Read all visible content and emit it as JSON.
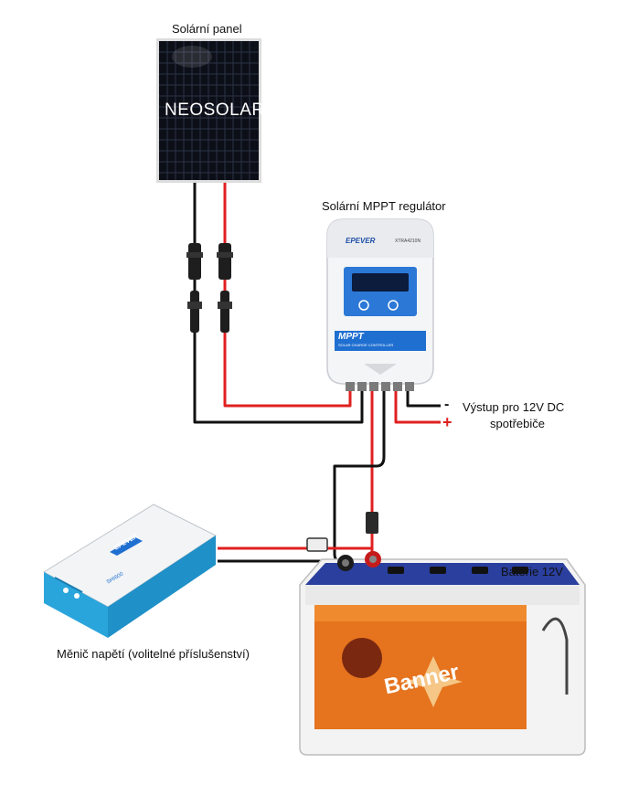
{
  "labels": {
    "solar_panel": "Solární panel",
    "panel_brand": "NEOSOLAR",
    "regulator": "Solární MPPT regulátor",
    "regulator_brand": "EPEVER",
    "regulator_model": "XTRA4210N",
    "regulator_mppt": "MPPT",
    "regulator_sub": "SOLAR CHARGE CONTROLLER",
    "output_line1": "Výstup pro 12V DC",
    "output_line2": "spotřebiče",
    "minus": "-",
    "plus": "+",
    "battery": "Baterie 12V",
    "battery_brand": "Banner",
    "inverter": "Měnič napětí (volitelné příslušenství)",
    "inverter_brand": "EPEVER",
    "inverter_model": "SHI600"
  },
  "colors": {
    "positive_wire": "#e02020",
    "negative_wire": "#111111",
    "battery_body": "#f3f3f3",
    "battery_top": "#2a3f9e",
    "battery_label": "#e6731e",
    "inverter_accent": "#2aa5dc"
  }
}
